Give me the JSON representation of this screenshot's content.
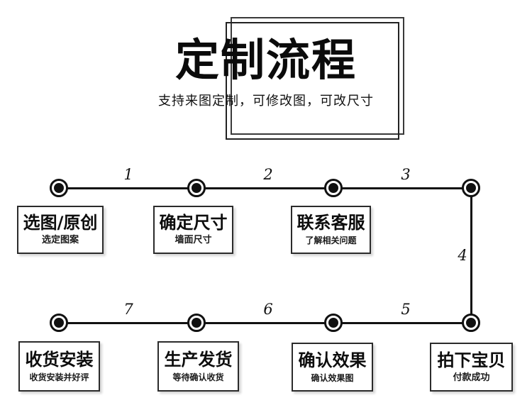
{
  "header": {
    "title": "定制流程",
    "subtitle": "支持来图定制，可修改图，可改尺寸"
  },
  "flow": {
    "steps": [
      {
        "number": "1",
        "title": "选图/原创",
        "subtitle": "选定图案"
      },
      {
        "number": "2",
        "title": "确定尺寸",
        "subtitle": "墙面尺寸"
      },
      {
        "number": "3",
        "title": "联系客服",
        "subtitle": "了解相关问题"
      },
      {
        "number": "4",
        "title": "拍下宝贝",
        "subtitle": "付款成功"
      },
      {
        "number": "5",
        "title": "确认效果",
        "subtitle": "确认效果图"
      },
      {
        "number": "6",
        "title": "生产发货",
        "subtitle": "等待确认收货"
      },
      {
        "number": "7",
        "title": "收货安装",
        "subtitle": "收货安装并好评"
      }
    ]
  },
  "colors": {
    "ink": "#111111",
    "background": "#ffffff",
    "border": "#2b2b2b"
  }
}
